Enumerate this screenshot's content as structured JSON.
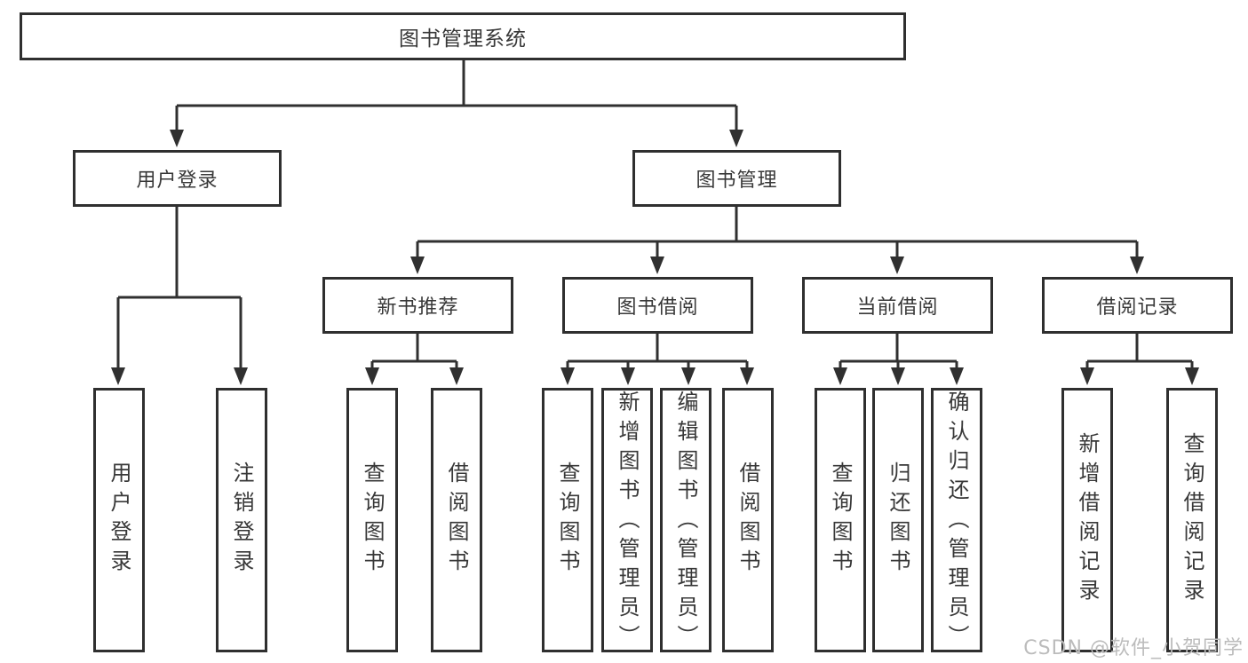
{
  "tree": {
    "root": "图书管理系统",
    "branches": [
      {
        "label": "用户登录",
        "leaves": [
          "用户登录",
          "注销登录"
        ]
      },
      {
        "label": "图书管理",
        "groups": [
          {
            "label": "新书推荐",
            "leaves": [
              "查询图书",
              "借阅图书"
            ]
          },
          {
            "label": "图书借阅",
            "leaves": [
              "查询图书",
              "新增图书（管理员）",
              "编辑图书（管理员）",
              "借阅图书"
            ]
          },
          {
            "label": "当前借阅",
            "leaves": [
              "查询图书",
              "归还图书",
              "确认归还（管理员）"
            ]
          },
          {
            "label": "借阅记录",
            "leaves": [
              "新增借阅记录",
              "查询借阅记录"
            ]
          }
        ]
      }
    ]
  },
  "watermark": {
    "text": "CSDN @软件_小贺同学"
  },
  "colors": {
    "line": "#303030",
    "box_border": "#2f2f2f",
    "text": "#383838",
    "background": "#ffffff",
    "watermark": "#bcbcbc"
  }
}
